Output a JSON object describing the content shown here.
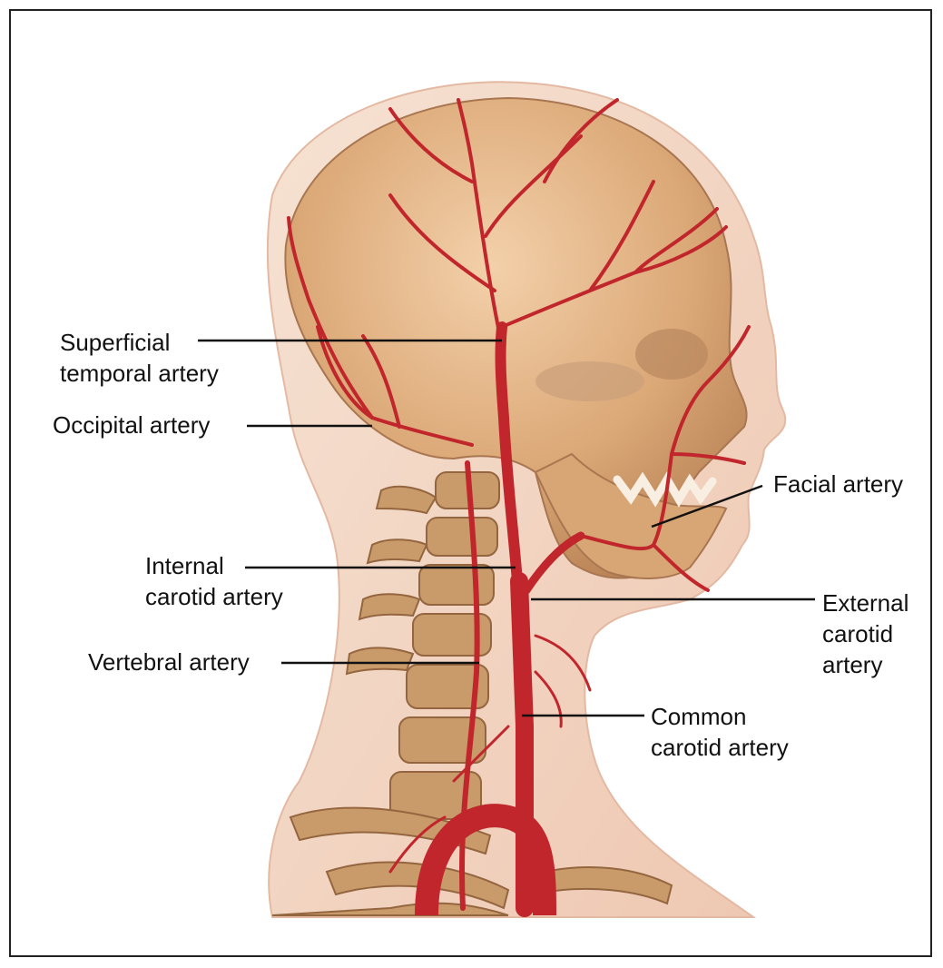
{
  "diagram": {
    "labels": {
      "superficial_temporal": "Superficial\ntemporal artery",
      "occipital": "Occipital artery",
      "facial": "Facial artery",
      "internal_carotid": "Internal\ncarotid artery",
      "external_carotid": "External\ncarotid\nartery",
      "vertebral": "Vertebral artery",
      "common_carotid": "Common\ncarotid artery"
    },
    "colors": {
      "skin": "#f4d9c6",
      "skull": "#d9a978",
      "bone": "#c99a6a",
      "artery": "#c0262b",
      "leader": "#111111"
    }
  }
}
